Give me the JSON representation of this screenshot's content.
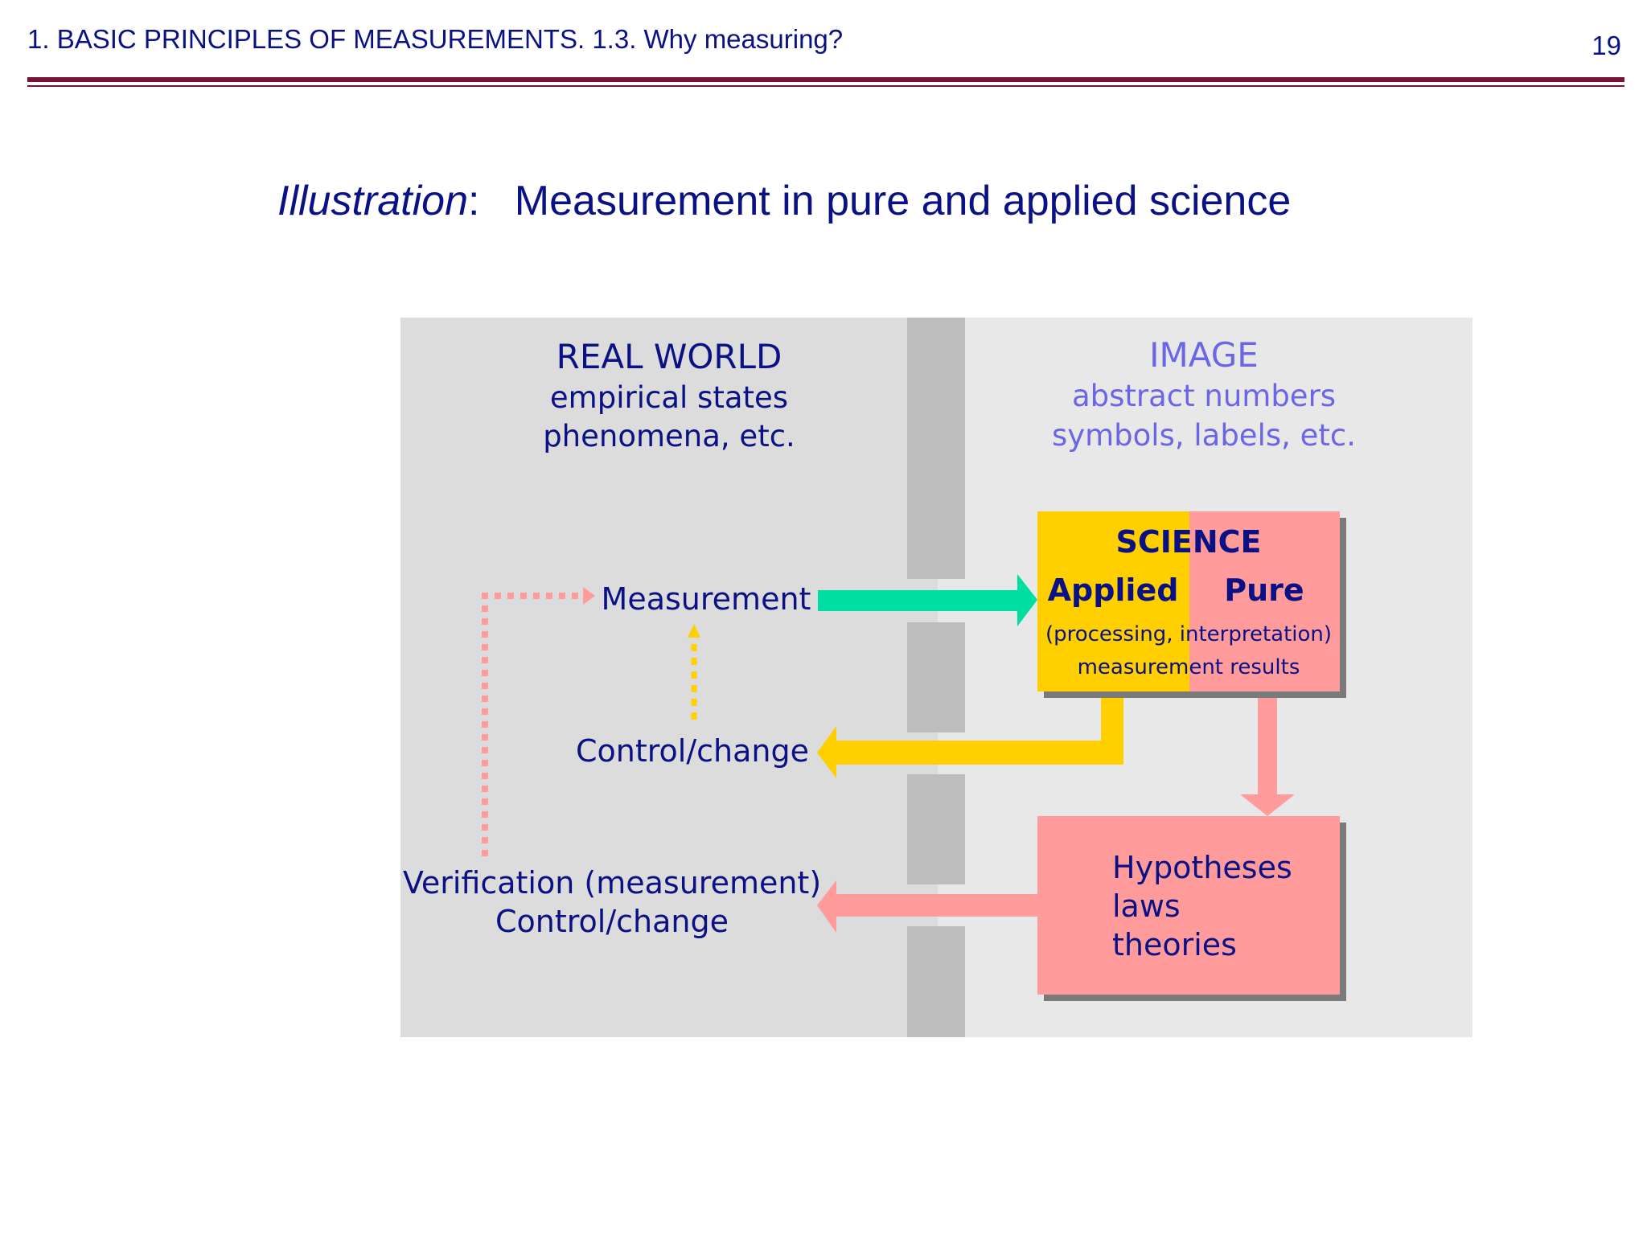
{
  "header": {
    "title": "1. BASIC PRINCIPLES OF MEASUREMENTS. 1.3. Why measuring?",
    "page_number": "19"
  },
  "slide": {
    "title_prefix": "Illustration",
    "title_colon": ":",
    "title_main": "Measurement in pure and applied science"
  },
  "diagram": {
    "real_world": {
      "heading": "REAL WORLD",
      "line1": "empirical states",
      "line2": "phenomena, etc."
    },
    "image": {
      "heading": "IMAGE",
      "line1": "abstract numbers",
      "line2": "symbols, labels, etc."
    },
    "science": {
      "heading": "SCIENCE",
      "applied": "Applied",
      "pure": "Pure",
      "line1": "(processing, interpretation)",
      "line2": "measurement results"
    },
    "hypotheses": {
      "line1": "Hypotheses",
      "line2": "laws",
      "line3": "theories"
    },
    "measurement_label": "Measurement",
    "control_change_label": "Control/change",
    "verification_line1": "Verification (measurement)",
    "verification_line2": "Control/change"
  },
  "colors": {
    "text_dark_blue": "#0a1185",
    "text_light_blue": "#6a66e6",
    "real_world_bg": "#dcdcdc",
    "image_bg": "#e8e8e8",
    "divider": "#bdbdbd",
    "applied_yellow": "#ffcf00",
    "pure_pink": "#ff9b9b",
    "measurement_green": "#00dfa2",
    "brand_maroon": "#7a1236"
  }
}
